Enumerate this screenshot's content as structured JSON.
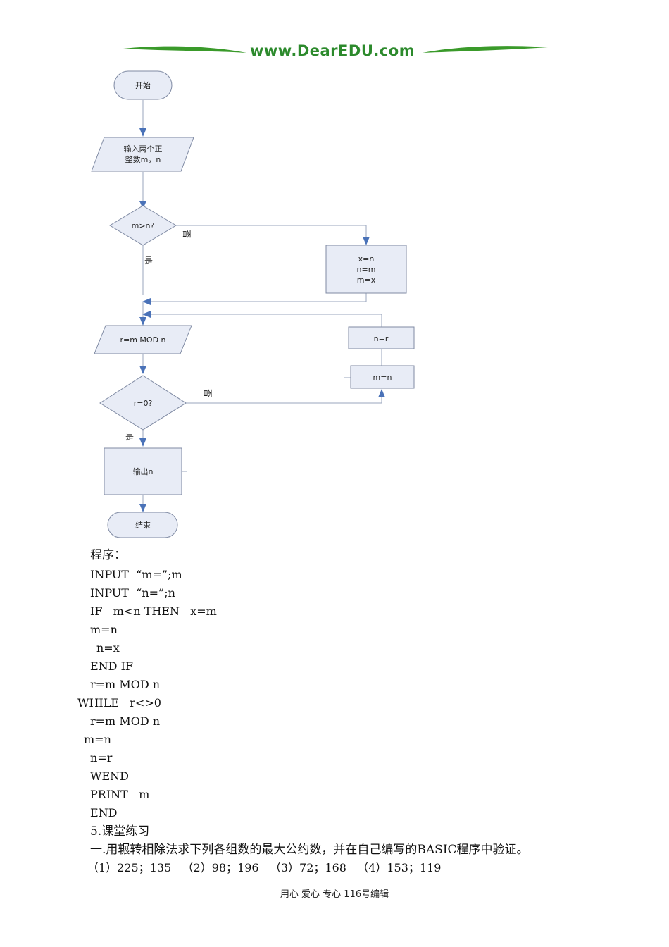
{
  "header": {
    "logo_text": "www.DearEDU.com"
  },
  "flowchart": {
    "start": "开始",
    "input_line1": "输入两个正",
    "input_line2": "整数m，n",
    "cond1": "m>n?",
    "no1": "否",
    "yes1": "是",
    "swap1": "x=n",
    "swap2": "n=m",
    "swap3": "m=x",
    "mod": "r=m MOD n",
    "cond2": "r=0?",
    "no2": "否",
    "yes2": "是",
    "assign_nr": "n=r",
    "assign_mn": "m=n",
    "output": "输出n",
    "end": "结束"
  },
  "program": {
    "title": "程序：",
    "lines": [
      "INPUT  “m=”;m",
      "INPUT  “n=”;n",
      "IF   m<n THEN   x=m",
      "m=n",
      "n=x",
      "END IF",
      "r=m MOD n",
      "WHILE   r<>0",
      "r=m MOD n",
      "m=n",
      "n=r",
      "WEND",
      "PRINT   m",
      "END"
    ]
  },
  "exercise": {
    "heading": "5.课堂练习",
    "question": "一.用辗转相除法求下列各组数的最大公约数，并在自己编写的BASIC程序中验证。",
    "items": "（1）225；135   （2）98；196   （3）72；168   （4）153；119"
  },
  "footer": {
    "text": "用心 爱心 专心  116号编辑"
  },
  "colors": {
    "logo_green": "#2c8a2c",
    "box_fill": "#e8ecf6",
    "box_stroke": "#7f8aa3",
    "arrow": "#4a72b8"
  }
}
